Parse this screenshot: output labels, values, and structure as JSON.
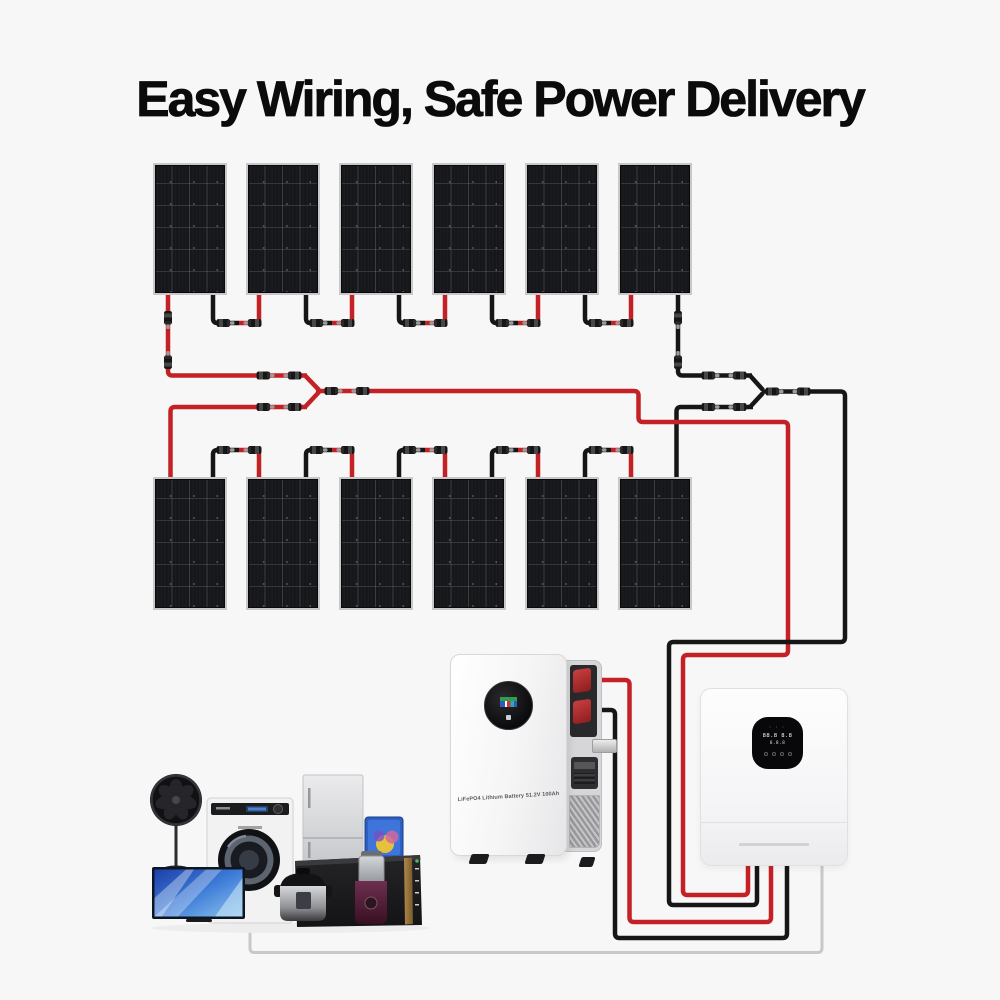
{
  "title": "Easy Wiring, Safe Power Delivery",
  "solar_array": {
    "rows": 2,
    "panels_per_row": 6,
    "total_panels": 12
  },
  "battery": {
    "label": "LiFePO4 Lithium Battery 51.2V 100Ah"
  },
  "inverter": {
    "display_line1": "88.8 8.8",
    "display_line2": "8.8.8",
    "button_count": 4
  },
  "wiring": {
    "positive_color": "#c42127",
    "negative_color": "#161616",
    "ac_color": "#c8c8c8"
  },
  "appliances": [
    "pedestal-fan",
    "tv",
    "washing-machine",
    "refrigerator",
    "tablet",
    "oven",
    "rice-cooker",
    "blender"
  ]
}
